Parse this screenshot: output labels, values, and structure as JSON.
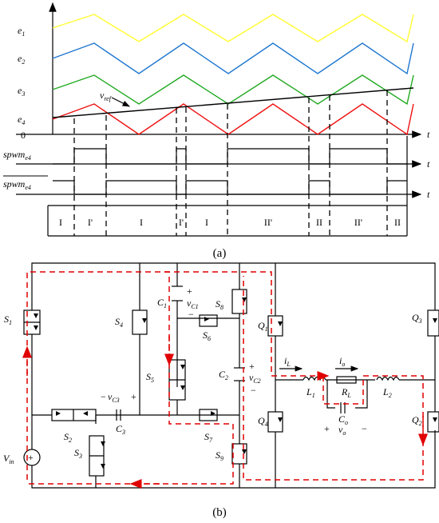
{
  "waveforms": {
    "carriers": [
      {
        "label": "e",
        "sub": "1",
        "color": "#ffff33"
      },
      {
        "label": "e",
        "sub": "2",
        "color": "#1f77d0"
      },
      {
        "label": "e",
        "sub": "3",
        "color": "#22aa22"
      },
      {
        "label": "e",
        "sub": "4",
        "color": "#ee1111"
      }
    ],
    "zero_label": "0",
    "vref_label": "v",
    "vref_sub": "ref",
    "t_label": "t",
    "spwm_label": "spwm",
    "spwm_sub": "e4",
    "spwm_bar_label": "spwm",
    "spwm_bar_sub": "e4",
    "regions": [
      "I",
      "I'",
      "I",
      "I'",
      "I",
      "II'",
      "II",
      "II'",
      "II"
    ],
    "caption_a": "(a)"
  },
  "circuit": {
    "S1": "S",
    "S1_sub": "1",
    "S2": "S",
    "S2_sub": "2",
    "S3": "S",
    "S3_sub": "3",
    "S4": "S",
    "S4_sub": "4",
    "S5": "S",
    "S5_sub": "5",
    "S6": "S",
    "S6_sub": "6",
    "S7": "S",
    "S7_sub": "7",
    "S8": "S",
    "S8_sub": "8",
    "S9": "S",
    "S9_sub": "9",
    "C1": "C",
    "C1_sub": "1",
    "C2": "C",
    "C2_sub": "2",
    "C3": "C",
    "C3_sub": "3",
    "vC1": "v",
    "vC1_sub": "C1",
    "vC2": "v",
    "vC2_sub": "C2",
    "vC3": "v",
    "vC3_sub": "C3",
    "Q1": "Q",
    "Q1_sub": "1",
    "Q2": "Q",
    "Q2_sub": "2",
    "Q3": "Q",
    "Q3_sub": "3",
    "Q4": "Q",
    "Q4_sub": "4",
    "L1": "L",
    "L1_sub": "1",
    "L2": "L",
    "L2_sub": "2",
    "RL": "R",
    "RL_sub": "L",
    "Co": "C",
    "Co_sub": "o",
    "vo": "v",
    "vo_sub": "o",
    "iL": "i",
    "iL_sub": "L",
    "io": "i",
    "io_sub": "o",
    "Vin": "V",
    "Vin_sub": "in",
    "plus": "+",
    "minus": "−",
    "caption_b": "(b)"
  }
}
